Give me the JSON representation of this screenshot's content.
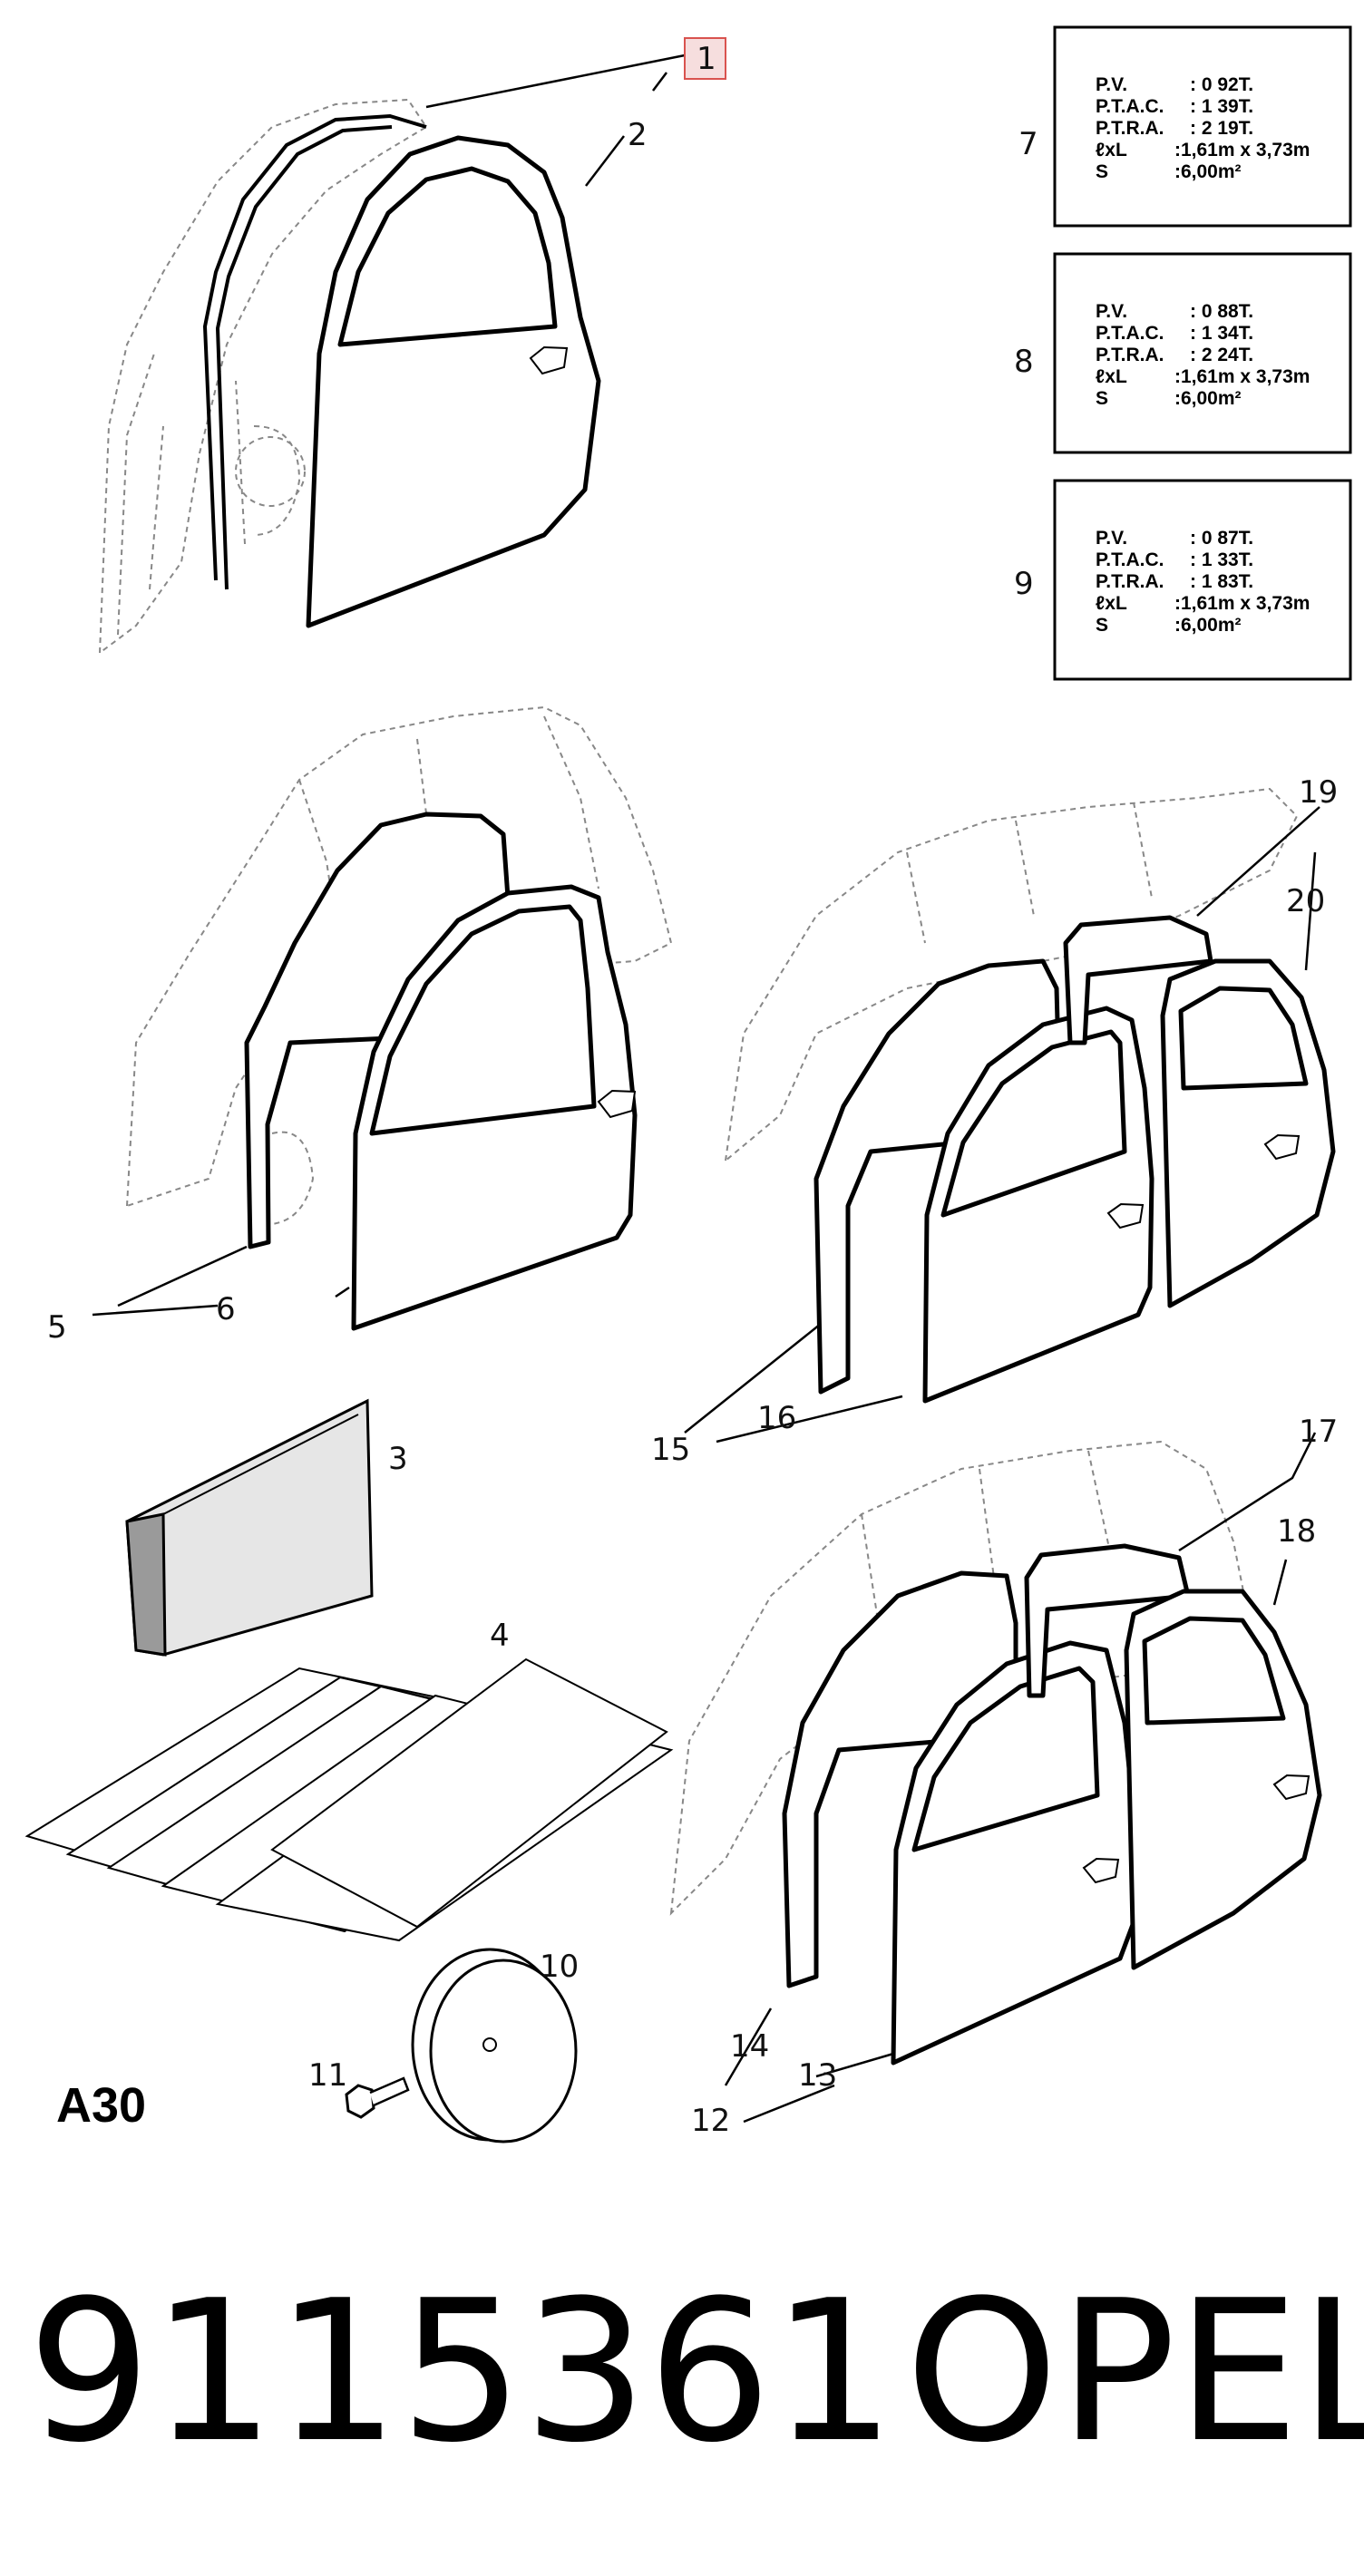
{
  "diagram_code": "A30",
  "part_number": "9115361",
  "brand": "OPEL",
  "callouts": [
    "1",
    "2",
    "3",
    "4",
    "5",
    "6",
    "7",
    "8",
    "9",
    "10",
    "11",
    "12",
    "13",
    "14",
    "15",
    "16",
    "17",
    "18",
    "19",
    "20"
  ],
  "highlighted_callout": "1",
  "spec_boxes": [
    {
      "ref": "7",
      "rows": [
        [
          "P.V.",
          ":  0 92T."
        ],
        [
          "P.T.A.C.",
          ":  1 39T."
        ],
        [
          "P.T.R.A.",
          ":  2 19T."
        ],
        [
          "ℓxL",
          ":1,61m x 3,73m"
        ],
        [
          "S",
          ":6,00m²"
        ]
      ]
    },
    {
      "ref": "8",
      "rows": [
        [
          "P.V.",
          ":  0 88T."
        ],
        [
          "P.T.A.C.",
          ":  1 34T."
        ],
        [
          "P.T.R.A.",
          ":  2 24T."
        ],
        [
          "ℓxL",
          ":1,61m x 3,73m"
        ],
        [
          "S",
          ":6,00m²"
        ]
      ]
    },
    {
      "ref": "9",
      "rows": [
        [
          "P.V.",
          ":  0 87T."
        ],
        [
          "P.T.A.C.",
          ":  1 33T."
        ],
        [
          "P.T.R.A.",
          ":  1 83T."
        ],
        [
          "ℓxL",
          ":1,61m x 3,73m"
        ],
        [
          "S",
          ":6,00m²"
        ]
      ]
    }
  ],
  "colors": {
    "highlight_border": "#d9534f",
    "highlight_fill": "#f6dede",
    "ink": "#000000",
    "hidden_line": "#888888"
  }
}
